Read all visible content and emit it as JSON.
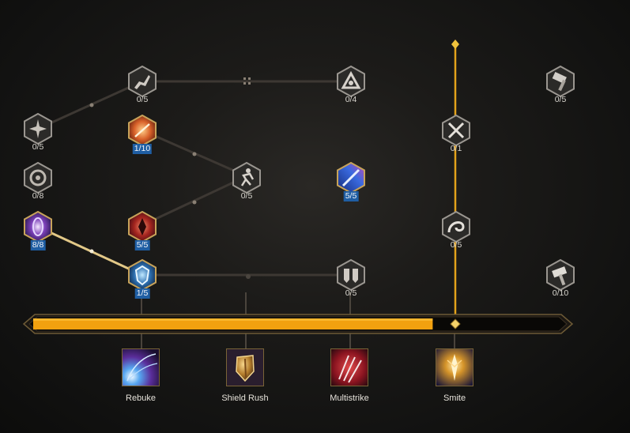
{
  "tree": {
    "nodes": [
      {
        "id": "n1",
        "points": "0/5",
        "active": false,
        "icon": "leaping-figure-icon"
      },
      {
        "id": "n2",
        "points": "0/4",
        "active": false,
        "icon": "triangle-swirl-icon"
      },
      {
        "id": "n3",
        "points": "0/5",
        "active": false,
        "icon": "hammer-icon"
      },
      {
        "id": "n4",
        "points": "0/5",
        "active": false,
        "icon": "starburst-icon"
      },
      {
        "id": "n5",
        "points": "1/10",
        "active": true,
        "icon": "fire-slash-icon"
      },
      {
        "id": "n6",
        "points": "0/1",
        "active": false,
        "icon": "crossed-swords-icon"
      },
      {
        "id": "n7",
        "points": "0/8",
        "active": false,
        "icon": "orb-icon"
      },
      {
        "id": "n8",
        "points": "0/5",
        "active": false,
        "icon": "running-figure-icon"
      },
      {
        "id": "n9",
        "points": "5/5",
        "active": true,
        "icon": "blue-spear-icon"
      },
      {
        "id": "n10",
        "points": "8/8",
        "active": true,
        "icon": "arcane-portal-icon"
      },
      {
        "id": "n11",
        "points": "5/5",
        "active": true,
        "icon": "red-aura-icon"
      },
      {
        "id": "n12",
        "points": "0/5",
        "active": false,
        "icon": "swirl-blade-icon"
      },
      {
        "id": "n13",
        "points": "1/5",
        "active": true,
        "icon": "shield-crystal-icon"
      },
      {
        "id": "n14",
        "points": "0/5",
        "active": false,
        "icon": "twin-shields-icon"
      },
      {
        "id": "n15",
        "points": "0/10",
        "active": false,
        "icon": "hammer-icon"
      }
    ],
    "progress": 0.76
  },
  "skills": [
    {
      "label": "Rebuke",
      "icon": "rebuke-icon"
    },
    {
      "label": "Shield Rush",
      "icon": "shield-rush-icon"
    },
    {
      "label": "Multistrike",
      "icon": "multistrike-icon"
    },
    {
      "label": "Smite",
      "icon": "smite-icon"
    }
  ],
  "colors": {
    "gold": "#f2a10f",
    "frame_gold": "#c7a35a",
    "active_badge": "#1f5ea3",
    "inactive_line": "#3d3833",
    "active_line": "#e2c887"
  }
}
